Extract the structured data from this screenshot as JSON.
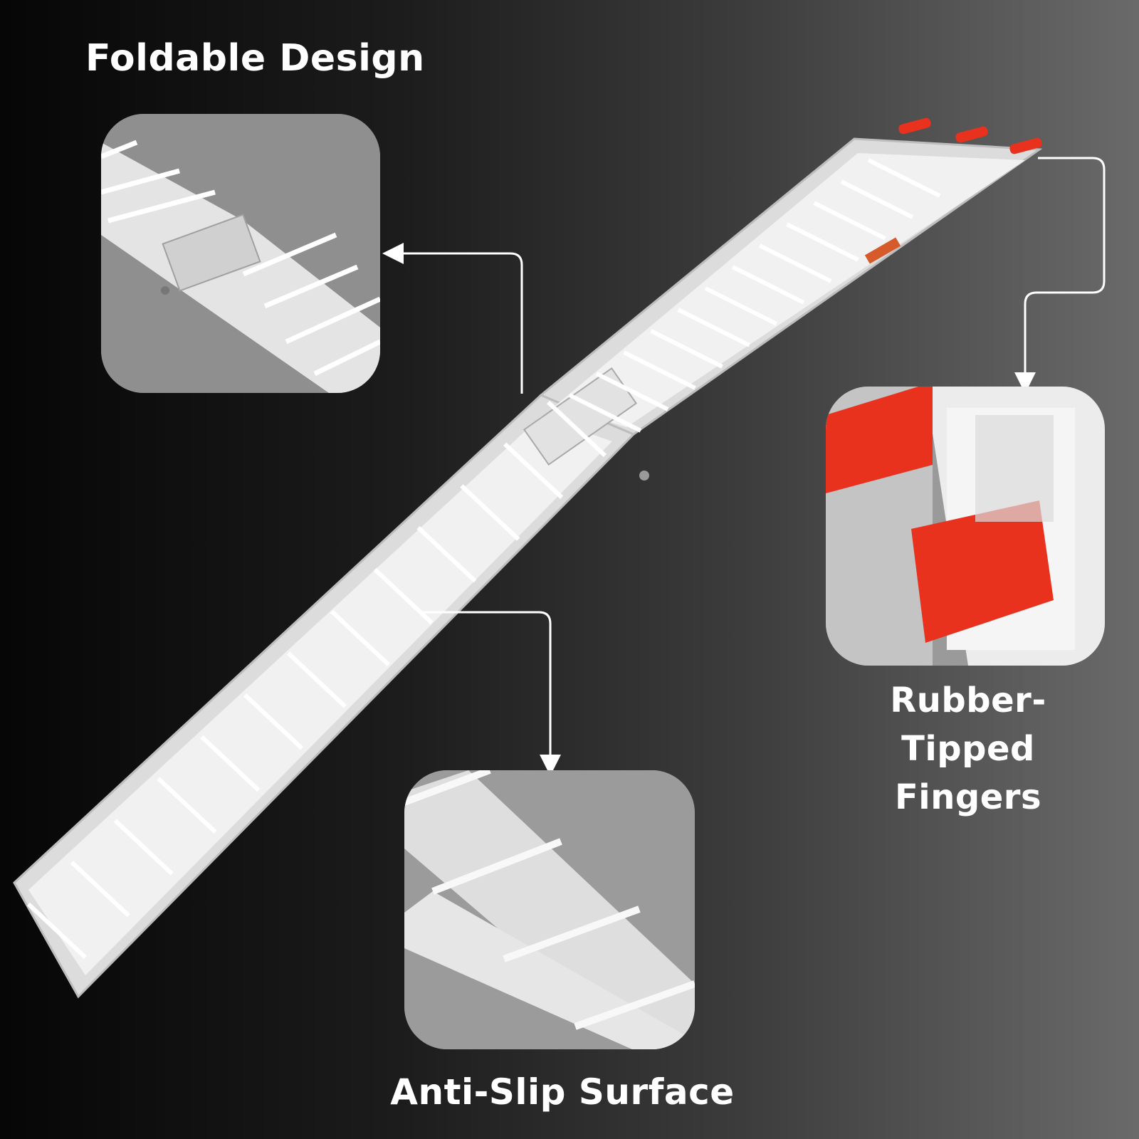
{
  "labels": {
    "title": "Foldable Design",
    "fingers_line1": "Rubber-Tipped",
    "fingers_line2": "Fingers",
    "antislip": "Anti-Slip Surface"
  },
  "colors": {
    "ramp": "#e9e9e9",
    "ramp_shadow": "#b9b9b9",
    "rubber_tip": "#e8321e",
    "connector": "#ffffff",
    "callout_bg": "#8c8c8c"
  },
  "icons": [
    "arrow-left-icon",
    "arrow-down-icon"
  ]
}
